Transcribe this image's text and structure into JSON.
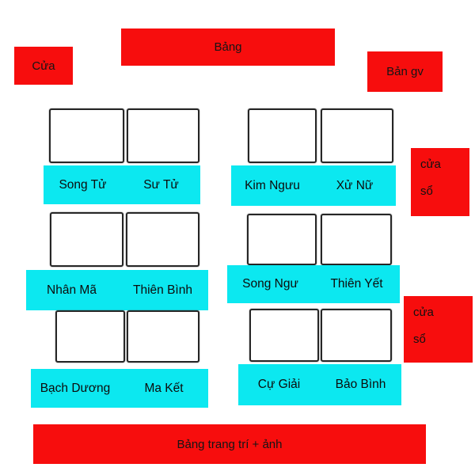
{
  "diagram": {
    "title_board": "Bảng",
    "door": "Cửa",
    "teacher_desk": "Bản gv",
    "window_1": {
      "line1": "cửa",
      "line2": "sổ"
    },
    "window_2": {
      "line1": "cửa",
      "line2": "sổ"
    },
    "decoration_board": "Bảng trang trí + ảnh"
  },
  "seats": {
    "row1_left": [
      "Song Tử",
      "Sư Tử"
    ],
    "row1_right": [
      "Kim Ngưu",
      "Xử Nữ"
    ],
    "row2_left": [
      "Nhân Mã",
      "Thiên Bình"
    ],
    "row2_right": [
      "Song Ngư",
      "Thiên Yết"
    ],
    "row3_left": [
      "Bạch Dương",
      "Ma Kết"
    ],
    "row3_right": [
      "Cự Giải",
      "Bảo Bình"
    ]
  },
  "colors": {
    "red": "#f70d0d",
    "cyan": "#0ce8f0",
    "desk_border": "#262626",
    "text": "#111111"
  }
}
